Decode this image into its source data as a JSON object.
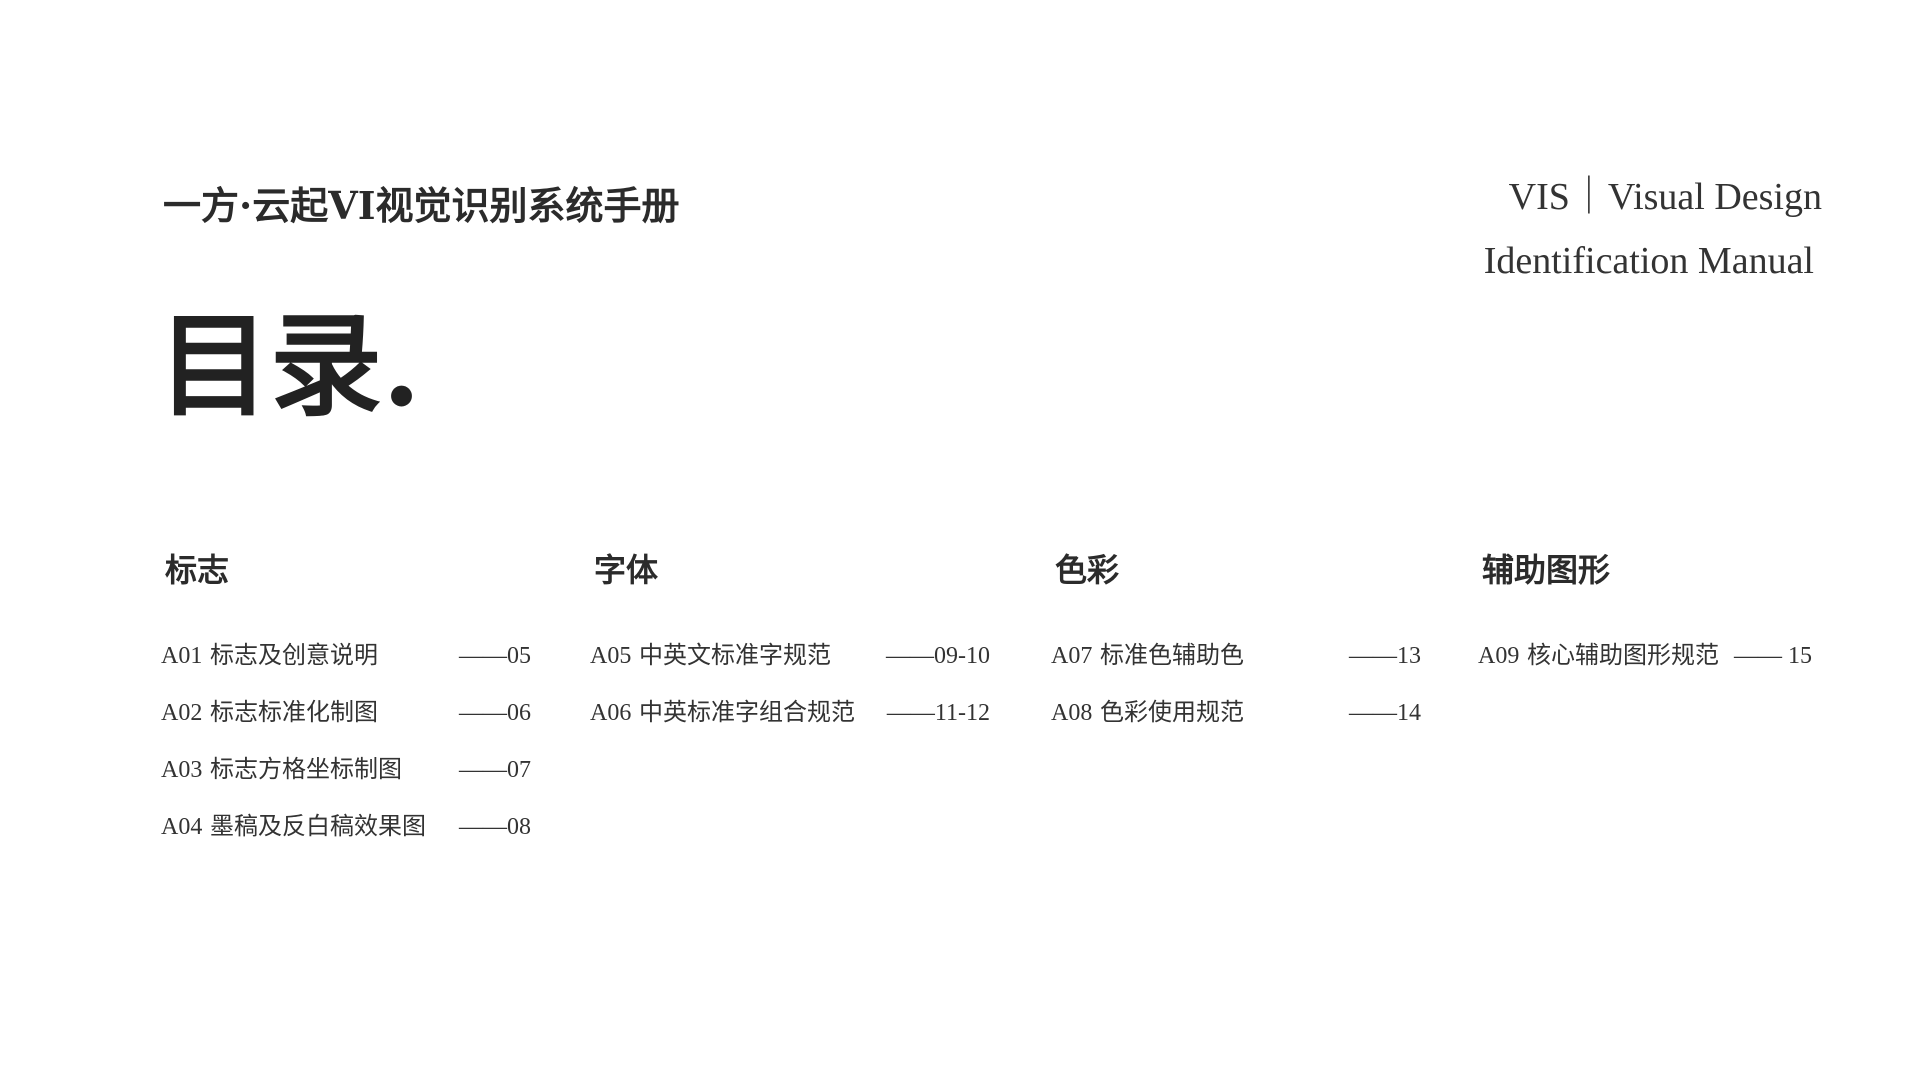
{
  "header": {
    "brand_title": "一方·云起VI视觉识别系统手册",
    "en_title_line1": "VIS｜Visual Design",
    "en_title_line2": "Identification Manual"
  },
  "toc_heading": "目录.",
  "sections": [
    {
      "heading": "标志",
      "entries": [
        {
          "code": "A01",
          "title": "标志及创意说明",
          "page": "——05"
        },
        {
          "code": "A02",
          "title": "标志标准化制图",
          "page": "——06"
        },
        {
          "code": "A03",
          "title": "标志方格坐标制图",
          "page": "——07"
        },
        {
          "code": "A04",
          "title": "墨稿及反白稿效果图",
          "page": "——08"
        }
      ]
    },
    {
      "heading": "字体",
      "entries": [
        {
          "code": "A05",
          "title": "中英文标准字规范",
          "page": "——09-10"
        },
        {
          "code": "A06",
          "title": "中英标准字组合规范",
          "page": "——11-12"
        }
      ]
    },
    {
      "heading": "色彩",
      "entries": [
        {
          "code": "A07",
          "title": "标准色辅助色",
          "page": "——13"
        },
        {
          "code": "A08",
          "title": "色彩使用规范",
          "page": "——14"
        }
      ]
    },
    {
      "heading": "辅助图形",
      "entries": [
        {
          "code": "A09",
          "title": "核心辅助图形规范",
          "page": "—— 15"
        }
      ]
    }
  ]
}
